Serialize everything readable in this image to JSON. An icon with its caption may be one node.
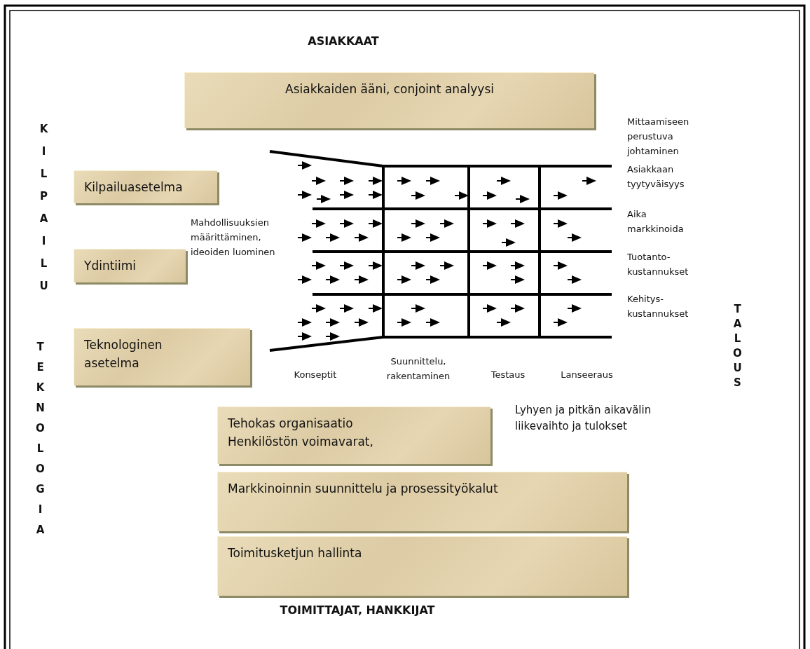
{
  "diagram": {
    "nodes": [
      {
        "text": [
          "Asiakkaiden ääni, conjoint analyysi"
        ]
      },
      {
        "text": [
          "Kilpailuasetelma"
        ]
      },
      {
        "text": [
          "Ydintiimi"
        ]
      },
      {
        "text": [
          "Teknologinen asetelma"
        ]
      },
      {
        "text": [
          "Tehokas organisaatio",
          "Henkilöstön voimavarat,"
        ]
      },
      {
        "text": [
          "Markkinoinnin suunnittelu ja prosessityökalut"
        ]
      },
      {
        "text": [
          "Toimitusketjun hallinta"
        ]
      }
    ],
    "labels": [
      "ASIAKKAAT",
      "Mittaamiseen perustuva johtaminen",
      "KILPAILU",
      "Asiakkaan tyytyväisyys",
      "Mahdollisuuksien määrittäminen, ideoiden luominen",
      "Aika markkinoida",
      "TALOUS",
      "Tuotanto- kustannukset",
      "Kehitys- kustannukset",
      "TEKNOLOGIA",
      "Konseptit",
      "Suunnittelu, rakentaminen",
      "Testaus",
      "Lanseeraus",
      "Lyhyen ja pitkän aikavälin liikevaihto ja tulokset",
      "TOIMITTAJAT, HANKKIJAT"
    ]
  }
}
